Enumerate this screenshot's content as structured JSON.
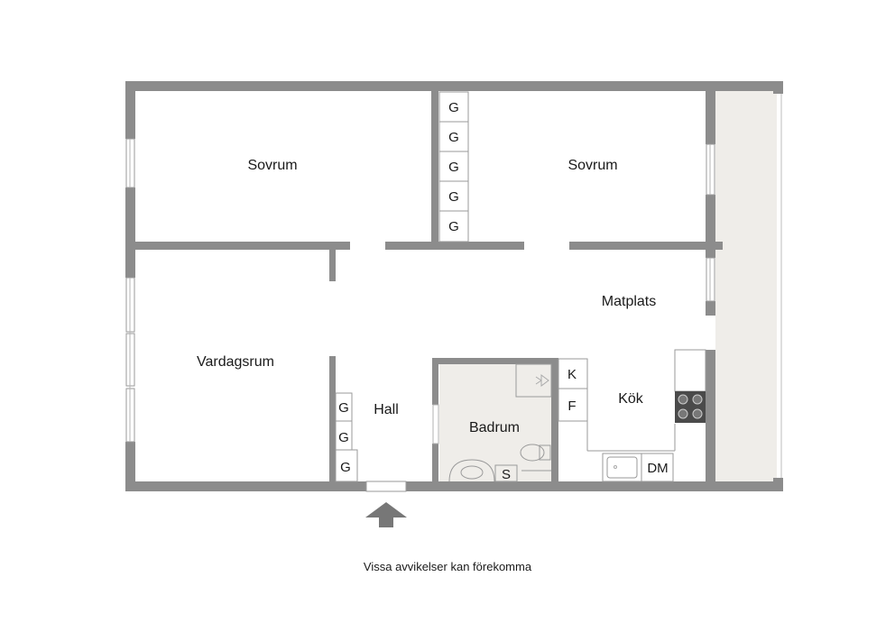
{
  "rooms": {
    "bedroom_left": "Sovrum",
    "bedroom_right": "Sovrum",
    "living_room": "Vardagsrum",
    "dining": "Matplats",
    "kitchen": "Kök",
    "bathroom": "Badrum",
    "hall": "Hall"
  },
  "fixtures": {
    "wardrobe": "G",
    "fridge": "K",
    "freezer": "F",
    "dishwasher": "DM",
    "shower": "S"
  },
  "disclaimer": "Vissa avvikelser kan förekomma",
  "colors": {
    "wall": "#8c8c8c",
    "floor": "#ffffff",
    "bathroom_floor": "#efede9",
    "balcony": "#efede9",
    "line": "#9a9a9a"
  }
}
